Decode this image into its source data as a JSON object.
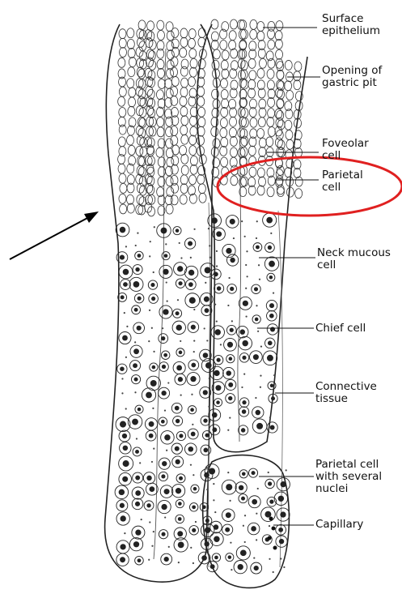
{
  "labels": {
    "surface_epithelium": [
      "Surface",
      "epithelium"
    ],
    "opening_gastric_pit": [
      "Opening of",
      "gastric pit"
    ],
    "foveolar_cell": [
      "Foveolar",
      "cell"
    ],
    "parietal_cell": [
      "Parietal",
      "cell"
    ],
    "neck_mucous_cell": [
      "Neck mucous",
      "cell"
    ],
    "chief_cell": [
      "Chief cell"
    ],
    "connective_tissue": [
      "Connective",
      "tissue"
    ],
    "parietal_cell_several_nuclei": [
      "Parietal cell",
      "with several",
      "nuclei"
    ],
    "capillary": [
      "Capillary"
    ]
  },
  "highlight": {
    "ellipse_color": "#e02020",
    "arrow_color": "#000000"
  }
}
